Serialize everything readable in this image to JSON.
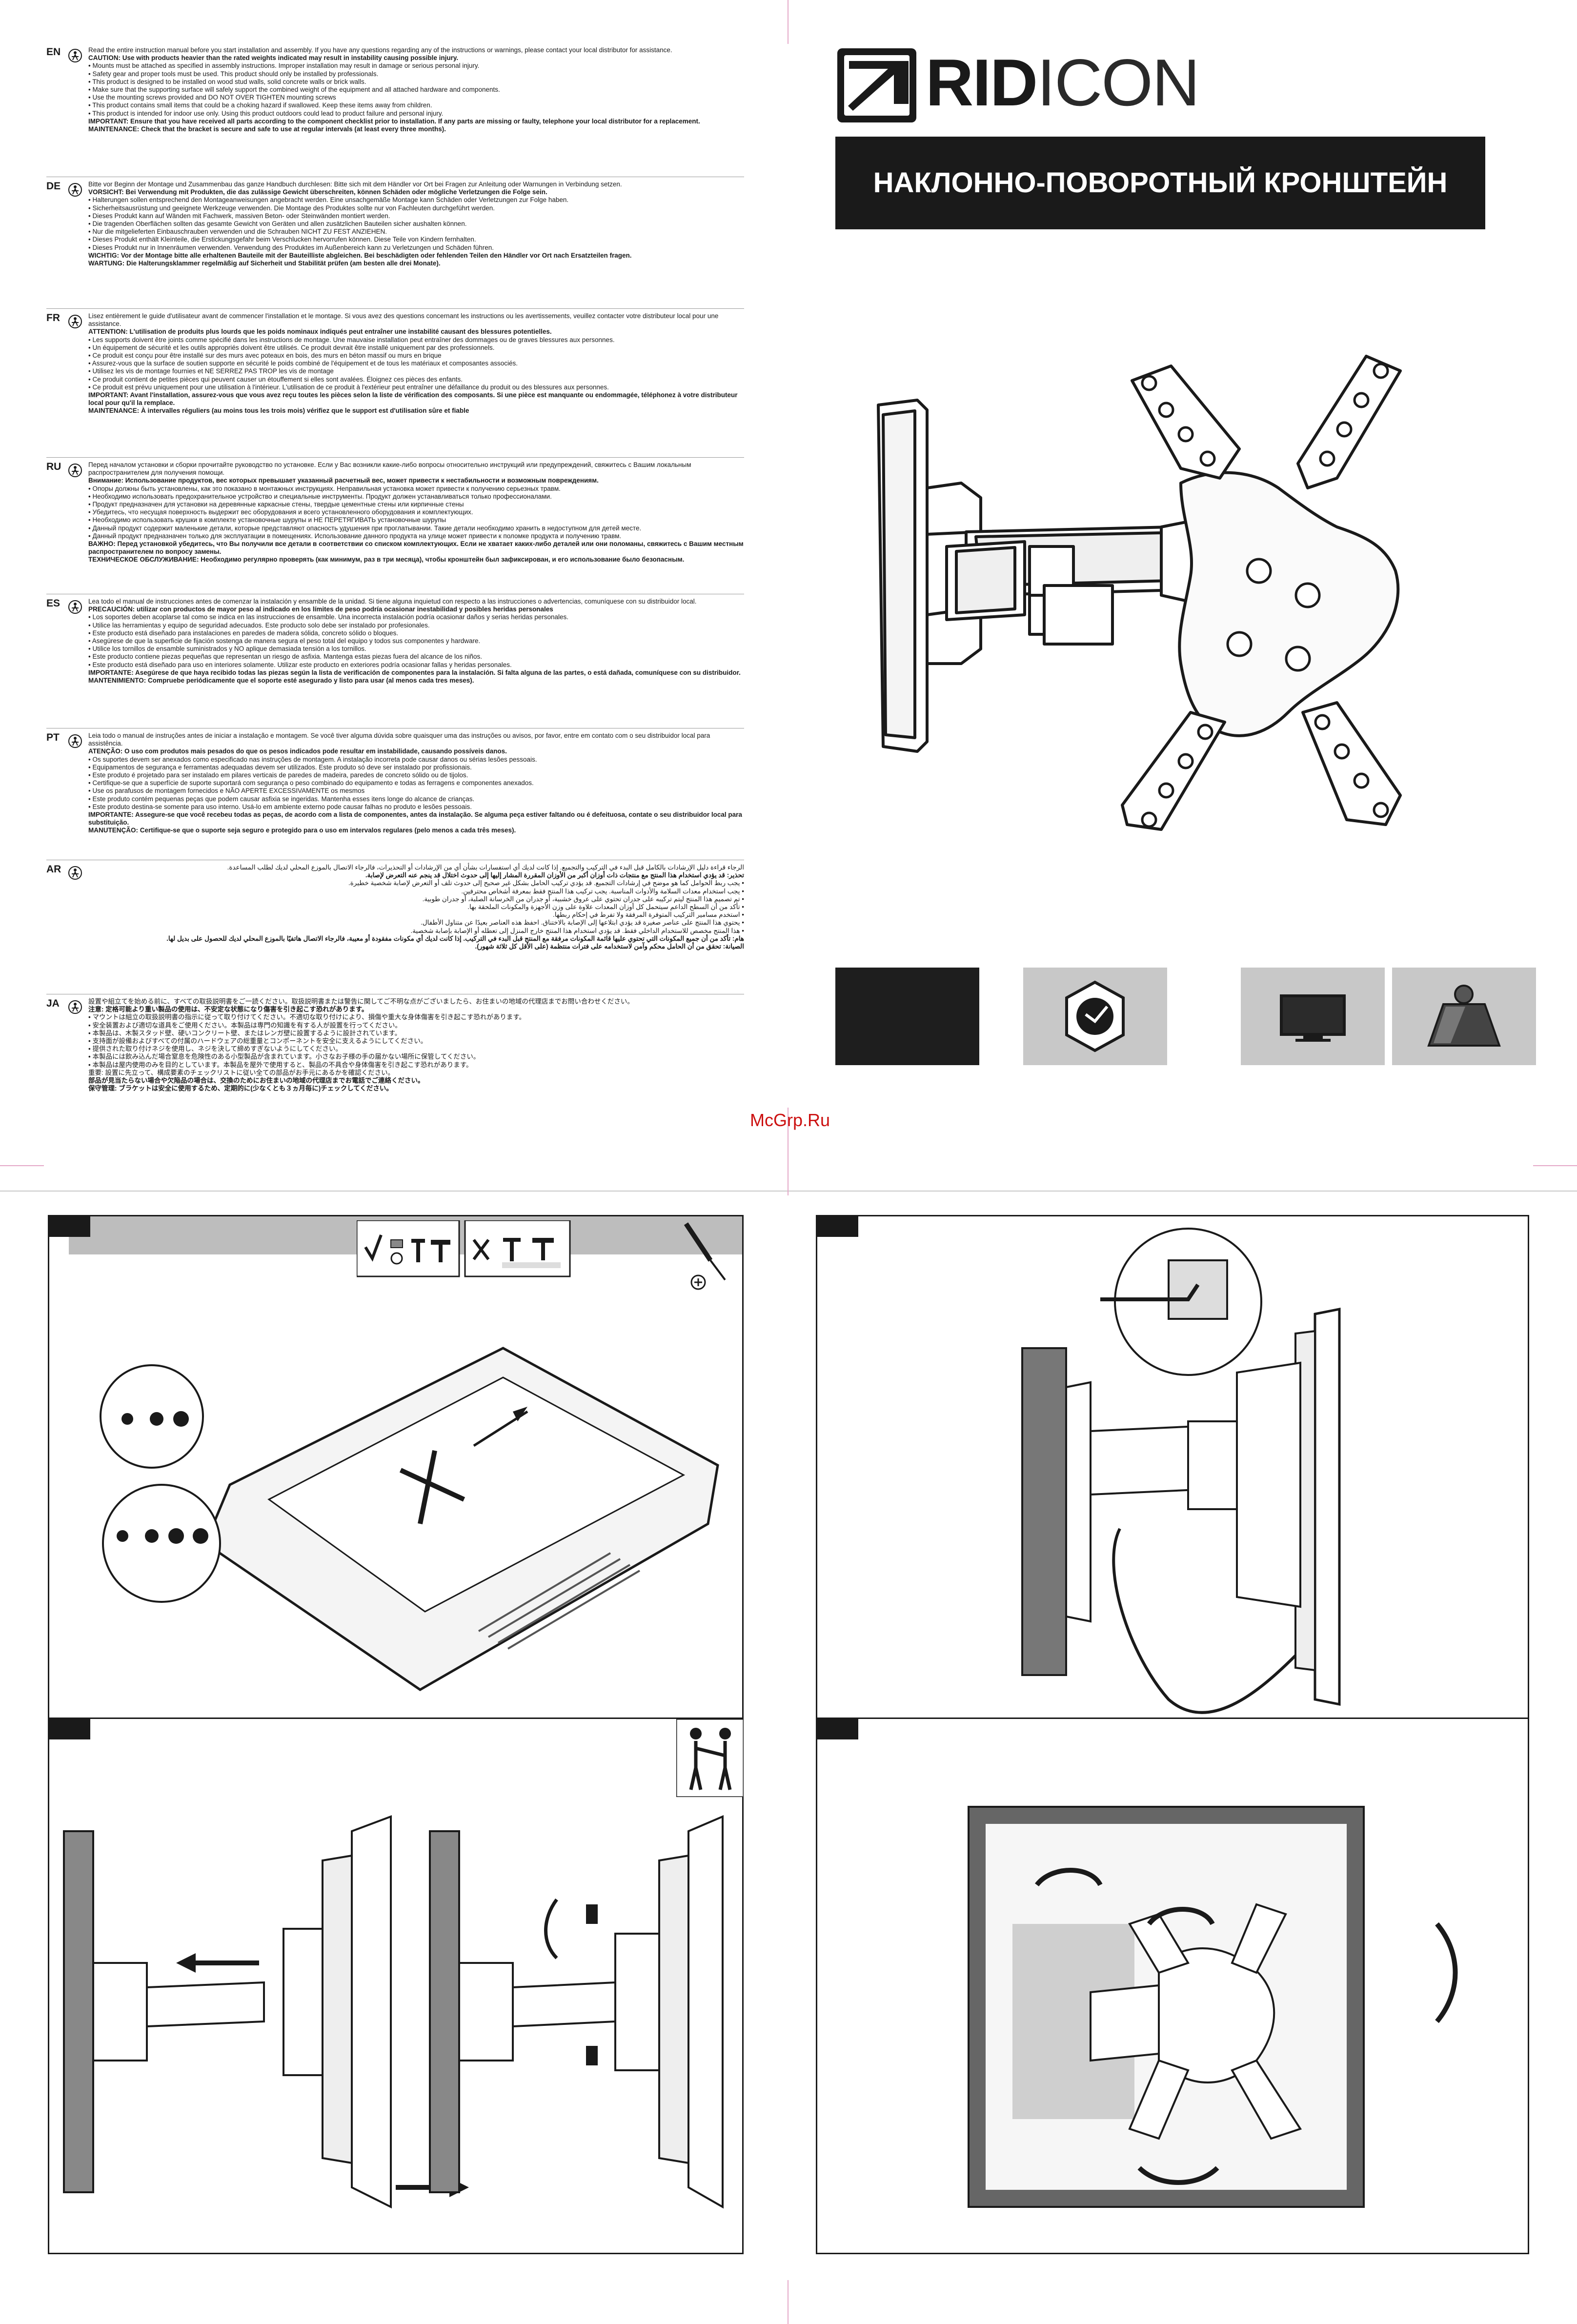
{
  "brand": {
    "name_bold": "RID",
    "name_light": "ICON"
  },
  "product_title": "НАКЛОННО-ПОВОРОТНЫЙ КРОНШТЕЙН",
  "watermark": "McGrp.Ru",
  "languages": [
    {
      "code": "EN",
      "lines": [
        "Read the entire instruction manual before you start installation and assembly. If you have any questions regarding any of the instructions or warnings, please contact your local distributor for assistance.",
        "CAUTION: Use with products heavier than the rated weights indicated may result in instability causing possible injury.",
        "• Mounts must be attached as specified in assembly instructions. Improper installation may result in damage or serious personal injury.",
        "• Safety gear and proper tools must be used. This product should only be installed by professionals.",
        "• This product is designed to be installed on wood stud walls, solid concrete walls or brick walls.",
        "• Make sure that the supporting surface will safely support the combined weight of the equipment and all attached hardware and components.",
        "• Use the mounting screws provided and DO NOT OVER TIGHTEN mounting screws",
        "• This product contains small items that could be a choking hazard if swallowed. Keep these items away from children.",
        "• This product is intended for indoor use only. Using this product outdoors could lead to product failure and personal injury.",
        "IMPORTANT: Ensure that you have received all parts according to the component checklist prior to installation. If any parts are missing or faulty, telephone your local distributor for a replacement.",
        "MAINTENANCE: Check that the bracket is secure and safe to use at regular intervals (at least every three months)."
      ]
    },
    {
      "code": "DE",
      "lines": [
        "Bitte vor Beginn der Montage und Zusammenbau das ganze Handbuch durchlesen: Bitte sich mit dem Händler vor Ort bei Fragen zur Anleitung oder Warnungen in Verbindung setzen.",
        "VORSICHT: Bei Verwendung mit Produkten, die das zulässige Gewicht überschreiten, können Schäden oder mögliche Verletzungen die Folge sein.",
        "• Halterungen sollen entsprechend den Montageanweisungen angebracht werden. Eine unsachgemäße Montage kann Schäden oder Verletzungen zur Folge haben.",
        "• Sicherheitsausrüstung und geeignete Werkzeuge verwenden. Die Montage des Produktes sollte nur von Fachleuten durchgeführt werden.",
        "• Dieses Produkt kann auf Wänden mit Fachwerk, massiven Beton- oder Steinwänden montiert werden.",
        "• Die tragenden Oberflächen sollten das gesamte Gewicht von Geräten und allen zusätzlichen Bauteilen sicher aushalten können.",
        "• Nur die mitgelieferten Einbauschrauben verwenden und die Schrauben NICHT ZU FEST ANZIEHEN.",
        "• Dieses Produkt enthält Kleinteile, die Erstickungsgefahr beim Verschlucken hervorrufen können. Diese Teile von Kindern fernhalten.",
        "• Dieses Produkt nur in Innenräumen verwenden. Verwendung des Produktes im Außenbereich kann zu Verletzungen und Schäden führen.",
        "WICHTIG: Vor der Montage bitte alle erhaltenen Bauteile mit der Bauteilliste abgleichen. Bei beschädigten oder fehlenden Teilen den Händler vor Ort nach Ersatzteilen fragen.",
        "WARTUNG: Die Halterungsklammer regelmäßig auf Sicherheit und Stabilität prüfen (am besten alle drei Monate)."
      ]
    },
    {
      "code": "FR",
      "lines": [
        "Lisez entièrement le guide d'utilisateur avant de commencer l'installation et le montage. Si vous avez des questions concernant les instructions ou les avertissements, veuillez contacter votre distributeur local pour une assistance.",
        "ATTENTION: L'utilisation de produits plus lourds que les poids nominaux indiqués peut entraîner une instabilité causant des blessures potentielles.",
        "• Les supports doivent être joints comme spécifié dans les instructions de montage. Une mauvaise installation peut entraîner des dommages ou de graves blessures aux personnes.",
        "• Un équipement de sécurité et les outils appropriés doivent être utilisés. Ce produit devrait être installé uniquement par des professionnels.",
        "• Ce produit est conçu pour être installé sur des murs avec poteaux en bois, des murs en béton massif ou murs en brique",
        "• Assurez-vous que la surface de soutien supporte en sécurité le poids combiné de l'équipement et de tous les matériaux et composantes associés.",
        "• Utilisez les vis de montage fournies et NE SERREZ PAS TROP les vis de montage",
        "• Ce produit contient de petites pièces qui peuvent causer un étouffement si elles sont avalées. Éloignez ces pièces des enfants.",
        "• Ce produit est prévu uniquement pour une utilisation à l'intérieur. L'utilisation de ce produit à l'extérieur peut entraîner une défaillance du produit ou des blessures aux personnes.",
        "IMPORTANT: Avant l'installation, assurez-vous que vous avez reçu toutes les pièces selon la liste de vérification des composants. Si une pièce est manquante ou endommagée, téléphonez à votre distributeur local pour qu'il la remplace.",
        "MAINTENANCE: À intervalles réguliers (au moins tous les trois mois) vérifiez que le support est d'utilisation sûre et fiable"
      ]
    },
    {
      "code": "RU",
      "lines": [
        "Перед началом установки и сборки прочитайте руководство по установке. Если у Вас возникли какие-либо вопросы относительно инструкций или предупреждений, свяжитесь с Вашим локальным распространителем для получения помощи.",
        "Внимание: Использование продуктов, вес которых превышает указанный расчетный вес, может привести к нестабильности и возможным повреждениям.",
        "• Опоры должны быть установлены, как это показано в монтажных инструкциях. Неправильная установка может привести к получению серьезных травм.",
        "• Необходимо использовать предохранительное устройство и специальные инструменты. Продукт должен устанавливаться только профессионалами.",
        "• Продукт предназначен для установки на деревянные каркасные стены, твердые цементные стены или кирпичные стены",
        "• Убедитесь, что несущая поверхность выдержит вес оборудования и всего установленного оборудования и комплектующих.",
        "• Необходимо использовать крушки в комплекте установочные шурупы и НЕ ПЕРЕТЯГИВАТЬ установочные шурупы",
        "• Данный продукт содержит маленькие детали, которые представляют опасность удушения при проглатывании. Такие детали необходимо хранить в недоступном для детей месте.",
        "• Данный продукт предназначен только для эксплуатации в помещениях. Использование данного продукта на улице может привести к поломке продукта и получению травм.",
        "ВАЖНО: Перед установкой убедитесь, что Вы получили все детали в соответствии со списком комплектующих. Если не хватает каких-либо деталей или они поломаны, свяжитесь с Вашим местным распространителем по вопросу замены.",
        "ТЕХНИЧЕСКОЕ ОБСЛУЖИВАНИЕ: Необходимо регулярно проверять (как минимум, раз в три месяца), чтобы кронштейн был зафиксирован, и его использование было безопасным."
      ]
    },
    {
      "code": "ES",
      "lines": [
        "Lea todo el manual de instrucciones antes de comenzar la instalación y ensamble de la unidad. Si tiene alguna inquietud con respecto a las instrucciones o advertencias, comuníquese con su distribuidor local.",
        "PRECAUCIÓN: utilizar con productos de mayor peso al indicado en los límites de peso podría ocasionar inestabilidad y posibles heridas personales",
        "• Los soportes deben acoplarse tal como se indica en las instrucciones de ensamble. Una incorrecta instalación podría ocasionar daños y serias heridas personales.",
        "• Utilice las herramientas y equipo de seguridad adecuados. Este producto solo debe ser instalado por profesionales.",
        "• Este producto está diseñado para instalaciones en paredes de madera sólida, concreto sólido o bloques.",
        "• Asegúrese de que la superficie de fijación sostenga de manera segura el peso total del equipo y todos sus componentes y hardware.",
        "• Utilice los tornillos de ensamble suministrados y NO aplique demasiada tensión a los tornillos.",
        "• Este producto contiene piezas pequeñas que representan un riesgo de asfixia. Mantenga estas piezas fuera del alcance de los niños.",
        "• Este producto está diseñado para uso en interiores solamente. Utilizar este producto en exteriores podría ocasionar fallas y heridas personales.",
        "IMPORTANTE: Asegúrese de que haya recibido todas las piezas según la lista de verificación de componentes para la instalación. Si falta alguna de las partes, o está dañada, comuníquese con su distribuidor.",
        "MANTENIMIENTO: Compruebe periódicamente que el soporte esté asegurado y listo para usar (al menos cada tres meses)."
      ]
    },
    {
      "code": "PT",
      "lines": [
        "Leia todo o manual de instruções antes de iniciar a instalação e montagem. Se você tiver alguma dúvida sobre quaisquer uma das instruções ou avisos, por favor, entre em contato com o seu distribuidor local para assistência.",
        "ATENÇÃO: O uso com produtos mais pesados do que os pesos indicados pode resultar em instabilidade, causando possíveis danos.",
        "• Os suportes devem ser anexados como especificado nas instruções de montagem. A instalação incorreta pode causar danos ou sérias lesões pessoais.",
        "• Equipamentos de segurança e ferramentas adequadas devem ser utilizados. Este produto só deve ser instalado por profissionais.",
        "• Este produto é projetado para ser instalado em pilares verticais de paredes de madeira, paredes de concreto sólido ou de tijolos.",
        "• Certifique-se que a superfície de suporte suportará com segurança o peso combinado do equipamento e todas as ferragens e componentes anexados.",
        "• Use os parafusos de montagem fornecidos e NÃO APERTE EXCESSIVAMENTE os mesmos",
        "• Este produto contém pequenas peças que podem causar asfixia se ingeridas. Mantenha esses itens longe do alcance de crianças.",
        "• Este produto destina-se somente para uso interno. Usá-lo em ambiente externo pode causar falhas no produto e lesões pessoais.",
        "IMPORTANTE: Assegure-se que você recebeu todas as peças, de acordo com a lista de componentes, antes da instalação. Se alguma peça estiver faltando ou é defeituosa, contate o seu distribuidor local para substituição.",
        "MANUTENÇÃO: Certifique-se que o suporte seja seguro e protegido para o uso em intervalos regulares (pelo menos a cada três meses)."
      ]
    },
    {
      "code": "AR",
      "lines": [
        "الرجاء قراءة دليل الإرشادات بالكامل قبل البدء في التركيب والتجميع. إذا كانت لديك أي استفسارات بشأن أي من الإرشادات أو التحذيرات، فالرجاء الاتصال بالموزع المحلي لديك لطلب المساعدة.",
        "تحذير: قد يؤدي استخدام هذا المنتج مع منتجات ذات أوزان أكبر من الأوزان المقررة المشار إليها إلى حدوث اختلال قد ينجم عنه التعرض لإصابة.",
        "• يجب ربط الحوامل كما هو موضح في إرشادات التجميع. قد يؤدي تركيب الحامل بشكل غير صحيح إلى حدوث تلف أو التعرض لإصابة شخصية خطيرة.",
        "• يجب استخدام معدات السلامة والأدوات المناسبة. يجب تركيب هذا المنتج فقط بمعرفة أشخاص محترفين.",
        "• تم تصميم هذا المنتج ليتم تركيبه على جدران تحتوي على عروق خشبية، أو جدران من الخرسانة الصلبة، أو جدران طوبية.",
        "• تأكد من أن السطح الداعم سيتحمل كل أوزان المعدات علاوة على وزن الأجهزة والمكونات الملحقة بها.",
        "• استخدم مسامير التركيب المتوفرة المرفقة ولا تفرط في إحكام ربطها.",
        "• يحتوي هذا المنتج على عناصر صغيرة قد يؤدي ابتلاعها إلى الإصابة بالاختناق. احفظ هذه العناصر بعيدًا عن متناول الأطفال.",
        "• هذا المنتج مخصص للاستخدام الداخلي فقط. قد يؤدي استخدام هذا المنتج خارج المنزل إلى تعطله أو الإصابة بإصابة شخصية.",
        "هام: تأكد من أن جميع المكونات التي تحتوي عليها قائمة المكونات مرفقة مع المنتج قبل البدء في التركيب. إذا كانت لديك أي مكونات مفقودة أو معيبة، فالرجاء الاتصال هاتفيًا بالموزع المحلي لديك للحصول على بديل لها.",
        "الصيانة: تحقق من أن الحامل محكم وآمن لاستخدامه على فترات منتظمة (على الأقل كل ثلاثة شهور)."
      ]
    },
    {
      "code": "JA",
      "lines": [
        "設置や組立てを始める前に、すべての取扱説明書をご一読ください。取扱説明書または警告に関してご不明な点がございましたら、お住まいの地域の代理店までお問い合わせください。",
        "注意: 定格可能より重い製品の使用は、不安定な状態になり傷害を引き起こす恐れがあります。",
        "• マウントは組立の取扱説明書の指示に従って取り付けてください。不適切な取り付けにより、損傷や重大な身体傷害を引き起こす恐れがあります。",
        "• 安全装置および適切な道具をご使用ください。本製品は専門の知識を有する人が設置を行ってください。",
        "• 本製品は、木製スタッド壁、硬いコンクリート壁、またはレンガ壁に設置するように設計されています。",
        "• 支持面が設備およびすべての付属のハードウェアの総重量とコンポーネントを安全に支えるようにしてください。",
        "• 提供された取り付けネジを使用し、ネジを決して締めすぎないようにしてください。",
        "• 本製品には飲み込んだ場合窒息を危険性のある小型製品が含まれています。小さなお子様の手の届かない場所に保管してください。",
        "• 本製品は屋内使用のみを目的としています。本製品を屋外で使用すると、製品の不具合や身体傷害を引き起こす恐れがあります。",
        "重要: 設置に先立って、構成要素のチェックリストに従い全ての部品がお手元にあるかを確認ください。",
        "部品が見当たらない場合や欠陥品の場合は、交換のためにお住まいの地域の代理店までお電話でご連絡ください。",
        "保守管理: ブラケットは安全に使用するため、定期的に(少なくとも３ヵ月毎に)チェックしてください。"
      ]
    }
  ],
  "specs": {
    "tiles": [
      {
        "icon": "dark-spec-tile"
      },
      {
        "icon": "vesa-hexagon-icon"
      },
      {
        "icon": "tv-screen-icon"
      },
      {
        "icon": "weight-icon"
      }
    ]
  },
  "steps": {
    "step1_hardware_ok": "✓",
    "step1_hardware_no": "✕",
    "step1_tool": "⊕"
  }
}
